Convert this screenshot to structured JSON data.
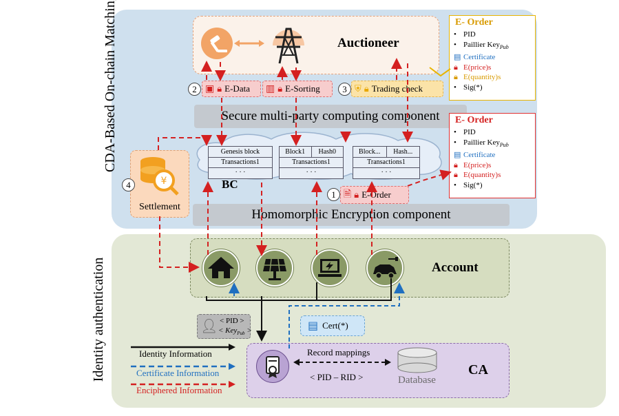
{
  "sections": {
    "top_label": "CDA-Based On-chain Matching",
    "bottom_label": "Identity authentication"
  },
  "auctioneer": {
    "label": "Auctioneer"
  },
  "steps": {
    "step2": {
      "num": "2",
      "edata": "E-Data",
      "esorting": "E-Sorting"
    },
    "step3": {
      "num": "3",
      "label": "Trading check"
    },
    "step1": {
      "num": "1",
      "label": "E-Order"
    },
    "step4": {
      "num": "4",
      "label": "Settlement"
    }
  },
  "components": {
    "smpc": "Secure multi-party computing component",
    "he": "Homomorphic Encryption component"
  },
  "blockchain": {
    "label": "BC",
    "blocks": [
      {
        "a": "Genesis block",
        "b": "",
        "tx": "Transactions1",
        "dots": "· · ·"
      },
      {
        "a": "Block1",
        "b": "Hash0",
        "tx": "Transactions1",
        "dots": "· · ·"
      },
      {
        "a": "Block...",
        "b": "Hash...",
        "tx": "Transactions1",
        "dots": "· · ·"
      }
    ]
  },
  "eorder_card_1": {
    "title": "E- Order",
    "items": [
      "PID",
      "Paillier Key",
      "Certificate",
      "E(price)s",
      "E(quantity)s",
      "Sig(*)"
    ],
    "key_sub": "Pub"
  },
  "eorder_card_2": {
    "title": "E- Order",
    "items": [
      "PID",
      "Paillier Key",
      "Certificate",
      "E(price)s",
      "E(quantity)s",
      "Sig(*)"
    ],
    "key_sub": "Pub"
  },
  "account": {
    "label": "Account"
  },
  "pid_key": {
    "line1": "< PID >",
    "line2": "< Key",
    "sub": "Pub",
    "end": " >"
  },
  "cert": {
    "label": "Cert(*)"
  },
  "legend": {
    "identity": "Identity Information",
    "certificate": "Certificate Information",
    "enciphered": "Enciphered Information",
    "colors": {
      "identity": "#111111",
      "certificate": "#1f6fc0",
      "enciphered": "#d42020"
    }
  },
  "ca": {
    "label": "CA",
    "record": "Record mappings",
    "mapping": "< PID – RID >",
    "database": "Database"
  }
}
